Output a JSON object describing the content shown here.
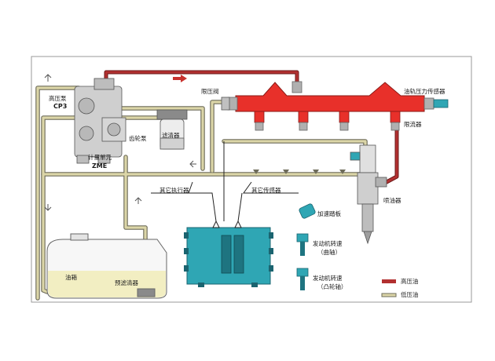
{
  "labels": {
    "hp_pump": "高压泵",
    "hp_pump_model": "CP3",
    "gear_pump": "齿轮泵",
    "filter": "滤清器",
    "metering_unit": "计量单元",
    "metering_unit_code": "ZME",
    "pressure_limit_valve": "限压阀",
    "rail_pressure_sensor": "油轨压力传感器",
    "flow_limiter": "限流器",
    "injector": "喷油器",
    "other_actuators": "其它执行器",
    "other_sensors": "其它传感器",
    "accelerator_pedal": "加速踏板",
    "crank_speed_sensor_line1": "发动机转速",
    "crank_speed_sensor_line2": "（曲轴）",
    "cam_speed_sensor_line1": "发动机转速",
    "cam_speed_sensor_line2": "（凸轮轴）",
    "fuel_tank": "油箱",
    "prefilter": "预滤清器"
  },
  "legend": [
    {
      "label": "高压油",
      "color": "#b23030"
    },
    {
      "label": "低压油",
      "color": "#c8c090"
    }
  ],
  "colors": {
    "high_pressure": "#b23030",
    "low_pressure_fill": "#dcd6a8",
    "low_pressure_outline": "#6e6c5a",
    "rail": "#e8302a",
    "ecu": "#2fa6b4",
    "component_gray": "#c8c8c8",
    "fuel": "#f2eec2",
    "arrow_red": "#c8322e"
  }
}
